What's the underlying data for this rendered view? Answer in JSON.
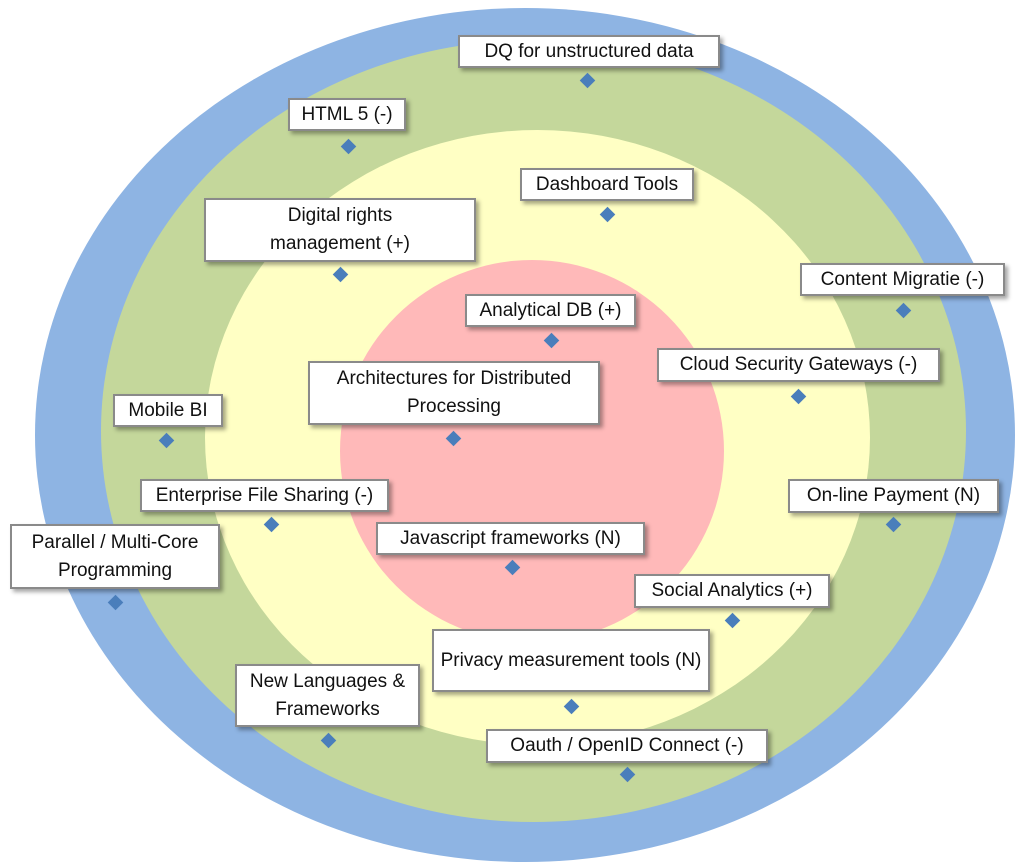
{
  "colors": {
    "outer_ring": "#8eb4e3",
    "ring_2": "#c4d79b",
    "ring_3": "#ffffc4",
    "core": "#ffb9b9",
    "marker": "#4a7ebb"
  },
  "items": [
    {
      "label": "DQ for unstructured data"
    },
    {
      "label": "HTML 5 (-)"
    },
    {
      "label": "Dashboard Tools"
    },
    {
      "label": "Digital rights management (+)"
    },
    {
      "label": "Content Migratie (-)"
    },
    {
      "label": "Analytical DB (+)"
    },
    {
      "label": "Cloud Security Gateways (-)"
    },
    {
      "label": "Architectures for Distributed Processing"
    },
    {
      "label": "Mobile BI"
    },
    {
      "label": "Enterprise File Sharing (-)"
    },
    {
      "label": "On-line Payment (N)"
    },
    {
      "label": "Javascript frameworks (N)"
    },
    {
      "label": "Parallel / Multi-Core Programming"
    },
    {
      "label": "Social Analytics (+)"
    },
    {
      "label": "Privacy measurement tools (N)"
    },
    {
      "label": "New Languages & Frameworks"
    },
    {
      "label": "Oauth / OpenID Connect (-)"
    }
  ]
}
